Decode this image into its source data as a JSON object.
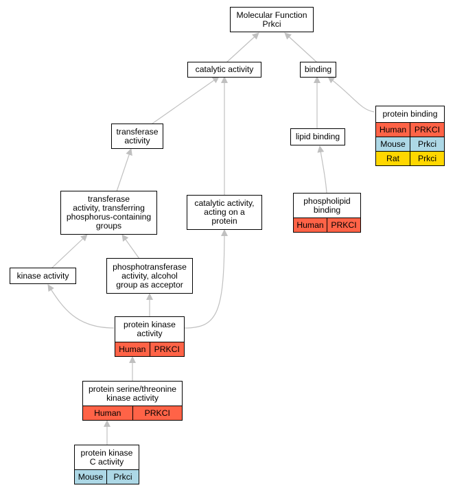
{
  "colors": {
    "edge": "#c0c0c0",
    "human": "#ff6347",
    "mouse": "#add8e6",
    "rat": "#ffd700",
    "node_border": "#000000",
    "node_fill": "#ffffff"
  },
  "nodes": {
    "mf": {
      "lines": [
        "Molecular Function",
        "Prkci"
      ],
      "rows": []
    },
    "catalytic": {
      "lines": [
        "catalytic activity"
      ],
      "rows": []
    },
    "binding": {
      "lines": [
        "binding"
      ],
      "rows": []
    },
    "transferase": {
      "lines": [
        "transferase",
        "activity"
      ],
      "rows": []
    },
    "protein_binding": {
      "lines": [
        "protein binding"
      ],
      "rows": [
        {
          "species": "Human",
          "gene": "PRKCI",
          "color": "#ff6347"
        },
        {
          "species": "Mouse",
          "gene": "Prkci",
          "color": "#add8e6"
        },
        {
          "species": "Rat",
          "gene": "Prkci",
          "color": "#ffd700"
        }
      ]
    },
    "lipid_binding": {
      "lines": [
        "lipid binding"
      ],
      "rows": []
    },
    "transferase_p": {
      "lines": [
        "transferase",
        "activity, transferring",
        "phosphorus-containing",
        "groups"
      ],
      "rows": []
    },
    "catalytic_protein": {
      "lines": [
        "catalytic activity,",
        "acting on a",
        "protein"
      ],
      "rows": []
    },
    "phospholipid": {
      "lines": [
        "phospholipid",
        "binding"
      ],
      "rows": [
        {
          "species": "Human",
          "gene": "PRKCI",
          "color": "#ff6347"
        }
      ]
    },
    "kinase": {
      "lines": [
        "kinase activity"
      ],
      "rows": []
    },
    "phosphotransferase": {
      "lines": [
        "phosphotransferase",
        "activity, alcohol",
        "group as acceptor"
      ],
      "rows": []
    },
    "pka": {
      "lines": [
        "protein kinase",
        "activity"
      ],
      "rows": [
        {
          "species": "Human",
          "gene": "PRKCI",
          "color": "#ff6347"
        }
      ]
    },
    "pst": {
      "lines": [
        "protein serine/threonine",
        "kinase activity"
      ],
      "rows": [
        {
          "species": "Human",
          "gene": "PRKCI",
          "color": "#ff6347"
        }
      ]
    },
    "pkc": {
      "lines": [
        "protein kinase",
        "C activity"
      ],
      "rows": [
        {
          "species": "Mouse",
          "gene": "Prkci",
          "color": "#add8e6"
        }
      ]
    }
  }
}
